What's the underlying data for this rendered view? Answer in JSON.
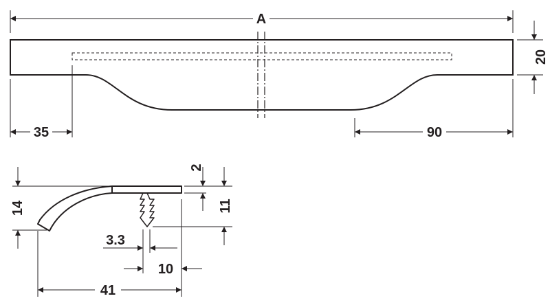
{
  "colors": {
    "line": "#231f20",
    "background": "#ffffff"
  },
  "top_view": {
    "overall_length_label": "A",
    "height_label": "20",
    "left_offset_label": "35",
    "right_offset_label": "90"
  },
  "section_view": {
    "lip_thickness_label": "2",
    "profile_height_label": "14",
    "insert_depth_label": "11",
    "rib_width_label": "3.3",
    "rib_offset_label": "10",
    "total_width_label": "41"
  }
}
